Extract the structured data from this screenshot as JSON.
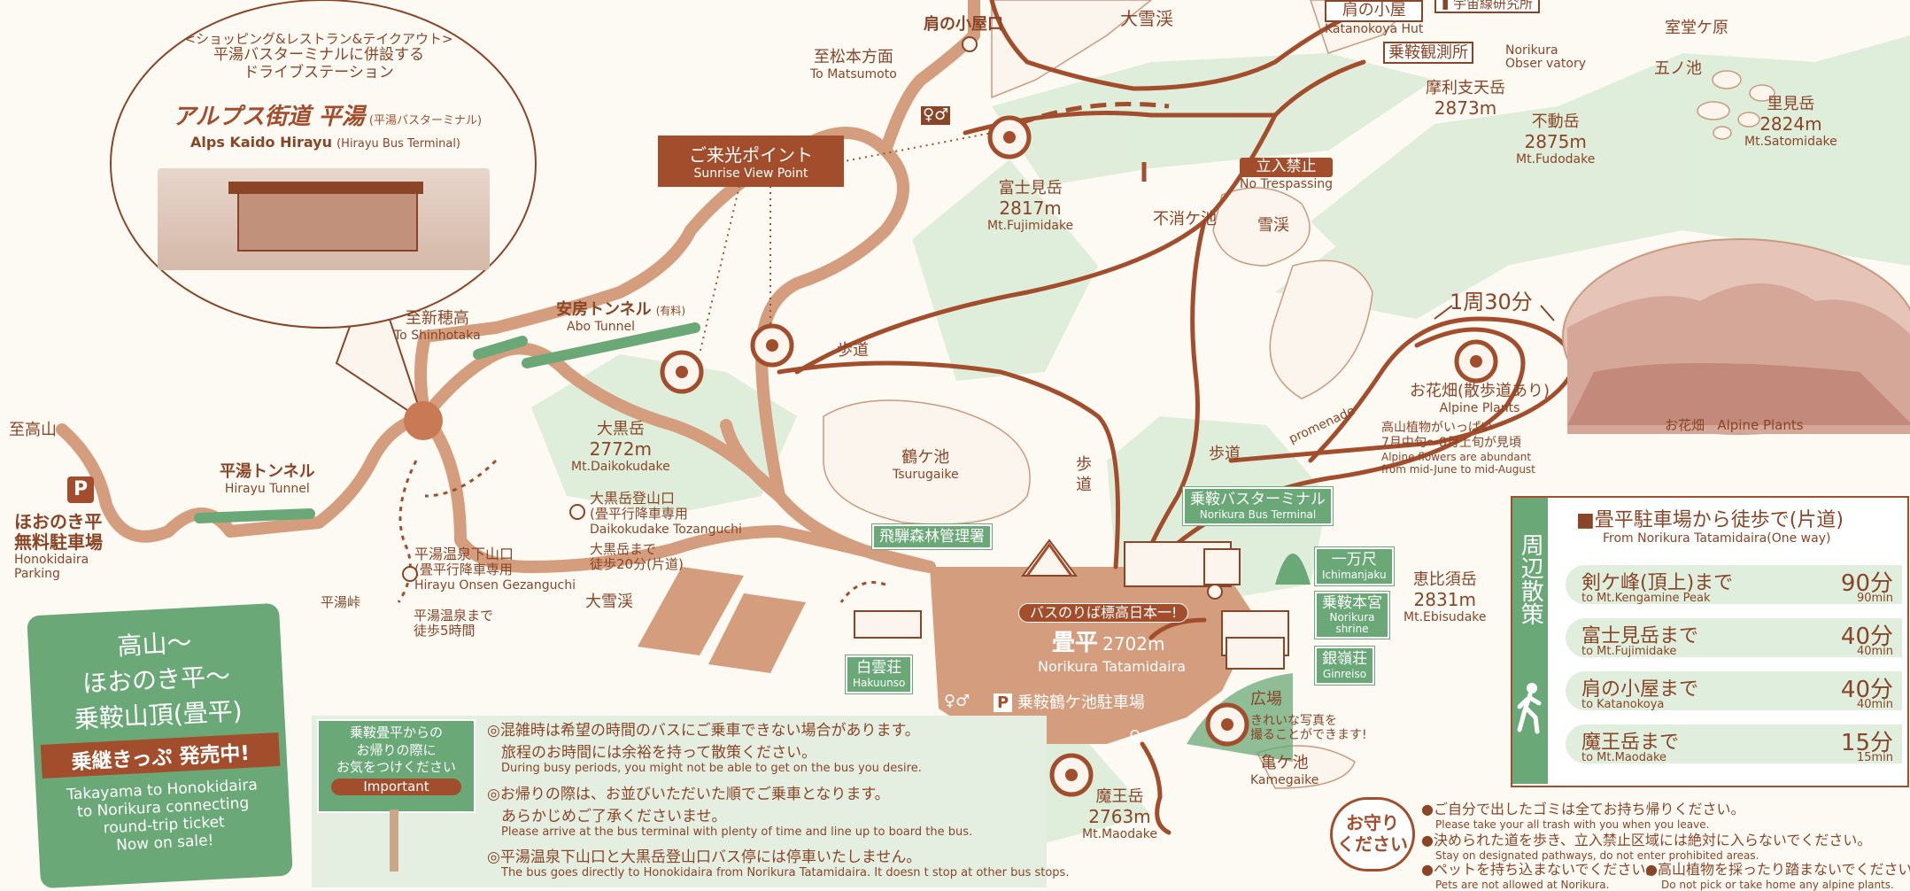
{
  "terminal_callout": {
    "line1": "<ショッピング&レストラン&テイクアウト>",
    "line2": "平湯バスターミナルに併設する",
    "line3": "ドライブステーション",
    "name_jp": "アルプス街道 平湯",
    "name_jp_sub": "(平湯バスターミナル)",
    "name_en": "Alps Kaido Hirayu",
    "name_en_sub": "(Hirayu Bus Terminal)"
  },
  "sunrise": {
    "jp": "ご来光ポイント",
    "en": "Sunrise View Point"
  },
  "places": {
    "katanokoya_top": "肩の小屋口",
    "to_matsumoto_jp": "至松本方面",
    "to_matsumoto_en": "To Matsumoto",
    "daisekkei_top": "大雪渓",
    "katanokoya_jp": "肩の小屋",
    "katanokoya_en": "Katanokoya Hut",
    "uchusen": "宇宙線研究所",
    "observatory_jp": "乗鞍観測所",
    "observatory_en1": "Norikura",
    "observatory_en2": "Obser vatory",
    "murododaira": "室堂ケ原",
    "gonoike": "五ノ池",
    "marishiten_jp": "摩利支天岳",
    "marishiten_m": "2873m",
    "fudo_jp": "不動岳",
    "fudo_m": "2875m",
    "fudo_en": "Mt.Fudodake",
    "satomi_jp": "里見岳",
    "satomi_m": "2824m",
    "satomi_en": "Mt.Satomidake",
    "no_trespass_jp": "立入禁止",
    "no_trespass_en": "No Trespassing",
    "fushoike": "不消ケ池",
    "sekkei": "雪渓",
    "fujimi_jp": "富士見岳",
    "fujimi_m": "2817m",
    "fujimi_en": "Mt.Fujimidake",
    "shinhotaka_jp": "至新穂高",
    "shinhotaka_en": "To Shinhotaka",
    "abo_jp": "安房トンネル",
    "abo_fee": "(有料)",
    "abo_en": "Abo Tunnel",
    "hodo1": "歩道",
    "hodo2": "歩道",
    "hodo3": "歩",
    "hodo3b": "道",
    "promenade": "promenade",
    "daikoku_jp": "大黒岳",
    "daikoku_m": "2772m",
    "daikoku_en": "Mt.Daikokudake",
    "tsurugaike_jp": "鶴ケ池",
    "tsurugaike_en": "Tsurugaike",
    "to_takayama": "至高山",
    "hirayu_tunnel_jp": "平湯トンネル",
    "hirayu_tunnel_en": "Hirayu Tunnel",
    "honoki_jp1": "ほおのき平",
    "honoki_jp2": "無料駐車場",
    "honoki_en1": "Honokidaira",
    "honoki_en2": "Parking",
    "parking_icon": "P",
    "hirayu_gez_jp1": "平湯温泉下山口",
    "hirayu_gez_jp2": "(畳平行降車専用",
    "hirayu_gez_en": "Hirayu Onsen Gezanguchi",
    "hirayu_toge": "平湯峠",
    "hirayu_walk1": "平湯温泉まで",
    "hirayu_walk2": "徒歩5時間",
    "daikoku_tozan_jp1": "大黒岳登山口",
    "daikoku_tozan_jp2": "(畳平行降車専用",
    "daikoku_tozan_en": "Daikokudake Tozanguchi",
    "daikoku_walk1": "大黒岳まで",
    "daikoku_walk2": "徒歩20分(片道)",
    "daisekkei_low": "大雪渓",
    "hida_forest": "飛騨森林管理署",
    "bus_terminal_jp": "乗鞍バスターミナル",
    "bus_terminal_en": "Norikura Bus Terminal",
    "ichimanjaku_jp": "一万尺",
    "ichimanjaku_en": "Ichimanjaku",
    "honmiya_jp": "乗鞍本宮",
    "honmiya_en1": "Norikura",
    "honmiya_en2": "shrine",
    "ginreiso_jp": "銀嶺荘",
    "ginreiso_en": "Ginreiso",
    "hakuunso_jp": "白雲荘",
    "hakuunso_en": "Hakuunso",
    "bus_highest": "バスのりば標高日本一!",
    "tatami_jp": "畳平",
    "tatami_m": "2702m",
    "tatami_en": "Norikura Tatamidaira",
    "tsurugaike_parking": "乗鞍鶴ケ池駐車場",
    "ebisu_jp": "恵比須岳",
    "ebisu_m": "2831m",
    "ebisu_en": "Mt.Ebisudake",
    "hiroba": "広場",
    "photo1": "きれいな写真を",
    "photo2": "撮ることができます!",
    "kameike_jp": "亀ケ池",
    "kameike_en": "Kamegaike",
    "mao_jp": "魔王岳",
    "mao_m": "2763m",
    "mao_en": "Mt.Maodake",
    "loop_time": "1周30分",
    "ohana_jp": "お花畑(散歩道あり)",
    "ohana_en": "Alpine Plants",
    "alpine1": "高山植物がいっぱい",
    "alpine2": "7月中旬～8月上旬が見頃",
    "alpine3": "Alpine flowers are abundant",
    "alpine4": "from mid-June to mid-August",
    "photo_caption_jp": "お花畑",
    "photo_caption_en": "Alpine Plants"
  },
  "ticket": {
    "line1": "高山～",
    "line2": "ほおのき平～",
    "line3": "乗鞍山頂(畳平)",
    "banner": "乗継きっぷ 発売中!",
    "en1": "Takayama to Honokidaira",
    "en2": "to Norikura connecting",
    "en3": "round-trip ticket",
    "en4": "Now on sale!"
  },
  "important": {
    "line1": "乗鞍畳平からの",
    "line2": "お帰りの際に",
    "line3": "お気をつけください",
    "badge": "Important"
  },
  "notes": [
    {
      "jp": "◎混雑時は希望の時間のバスにご乗車できない場合があります。",
      "jp2": "旅程のお時間には余裕を持って散策ください。",
      "en": "During busy periods, you might not be able to get on the bus you desire."
    },
    {
      "jp": "◎お帰りの際は、お並びいただいた順でご乗車となります。",
      "jp2": "あらかじめご了承くださいませ。",
      "en": "Please arrive at the bus terminal with plenty of time and line up to board the bus."
    },
    {
      "jp": "◎平湯温泉下山口と大黒岳登山口バス停には停車いたしません。",
      "jp2": "",
      "en": "The bus goes directly to Honokidaira from Norikura Tatamidaira. It doesn t stop at other bus stops."
    }
  ],
  "walks": {
    "side_label": "周辺散策",
    "title_jp": "■畳平駐車場から徒歩で(片道)",
    "title_en": "From Norikura Tatamidaira(One way)",
    "rows": [
      {
        "jp": "剣ケ峰(頂上)まで",
        "en": "to Mt.Kengamine Peak",
        "time": "90分",
        "time_en": "90min"
      },
      {
        "jp": "富士見岳まで",
        "en": "to Mt.Fujimidake",
        "time": "40分",
        "time_en": "40min"
      },
      {
        "jp": "肩の小屋まで",
        "en": "to Katanokoya",
        "time": "40分",
        "time_en": "40min"
      },
      {
        "jp": "魔王岳まで",
        "en": "to Mt.Maodake",
        "time": "15分",
        "time_en": "15min"
      }
    ]
  },
  "rules": {
    "badge1": "お守り",
    "badge2": "ください",
    "items": [
      {
        "jp": "●ご自分で出したゴミは全てお持ち帰りください。",
        "en": "Please take your all trash with you when you leave."
      },
      {
        "jp": "●決められた道を歩き、立入禁止区域には絶対に入らないでください。",
        "en": "Stay on designated pathways, do not enter prohibited areas."
      },
      {
        "jp": "●ペットを持ち込まないでください。",
        "en": "Pets are not allowed at Norikura."
      },
      {
        "jp": "●高山植物を採ったり踏まないでください。",
        "en": "Do not pick or take home any alpine plants."
      }
    ]
  },
  "colors": {
    "road": "#d49d7d",
    "outline": "#a24e2c",
    "green": "#6aa877",
    "mountain": "#dcecd8",
    "text": "#8a4527"
  }
}
